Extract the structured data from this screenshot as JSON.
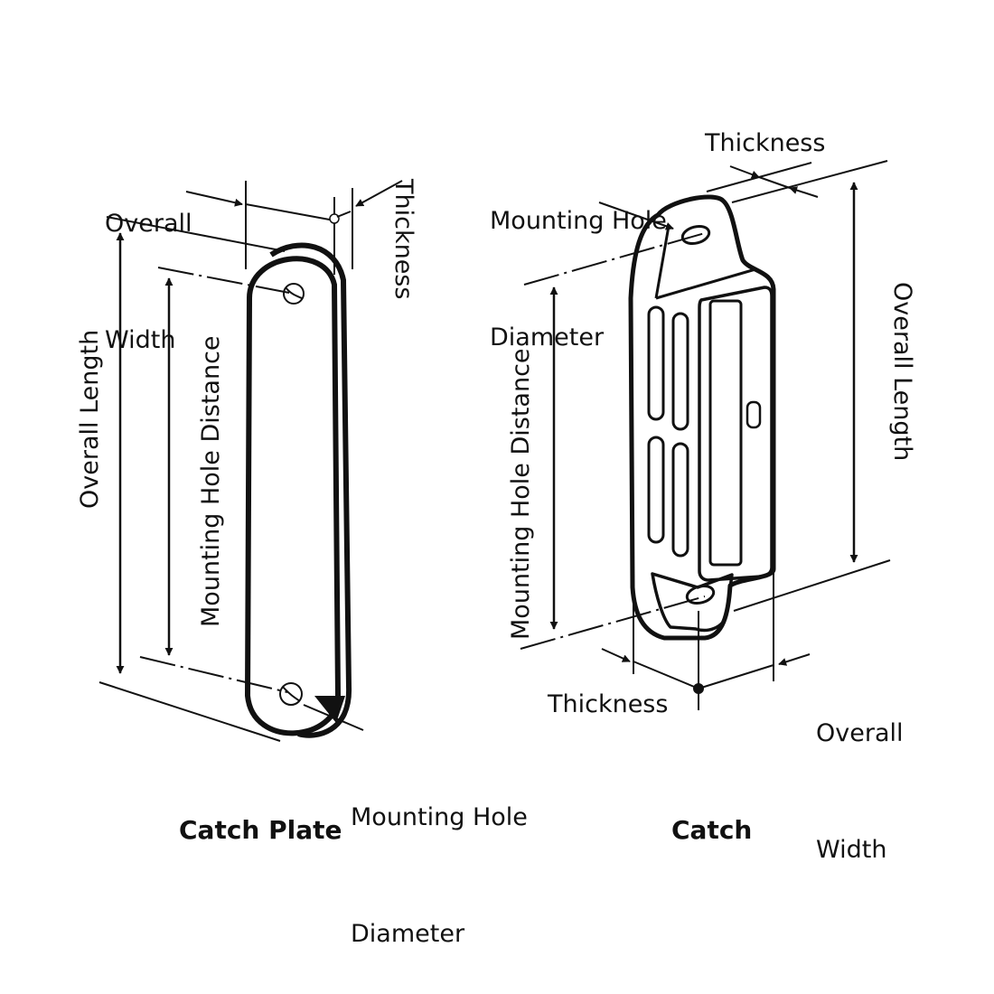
{
  "left_figure": {
    "caption": "Catch Plate",
    "labels": {
      "overall_width_line1": "Overall",
      "overall_width_line2": "Width",
      "thickness": "Thickness",
      "overall_length": "Overall Length",
      "mounting_hole_distance": "Mounting Hole Distance",
      "mounting_hole_diameter_line1": "Mounting Hole",
      "mounting_hole_diameter_line2": "Diameter"
    }
  },
  "right_figure": {
    "caption": "Catch",
    "labels": {
      "mounting_hole_diameter_line1": "Mounting Hole",
      "mounting_hole_diameter_line2": "Diameter",
      "thickness_top": "Thickness",
      "overall_length": "Overall Length",
      "mounting_hole_distance": "Mounting Hole Distance",
      "thickness_bottom": "Thickness",
      "overall_width_line1": "Overall",
      "overall_width_line2": "Width"
    }
  },
  "colors": {
    "ink": "#111111",
    "background": "#ffffff"
  }
}
